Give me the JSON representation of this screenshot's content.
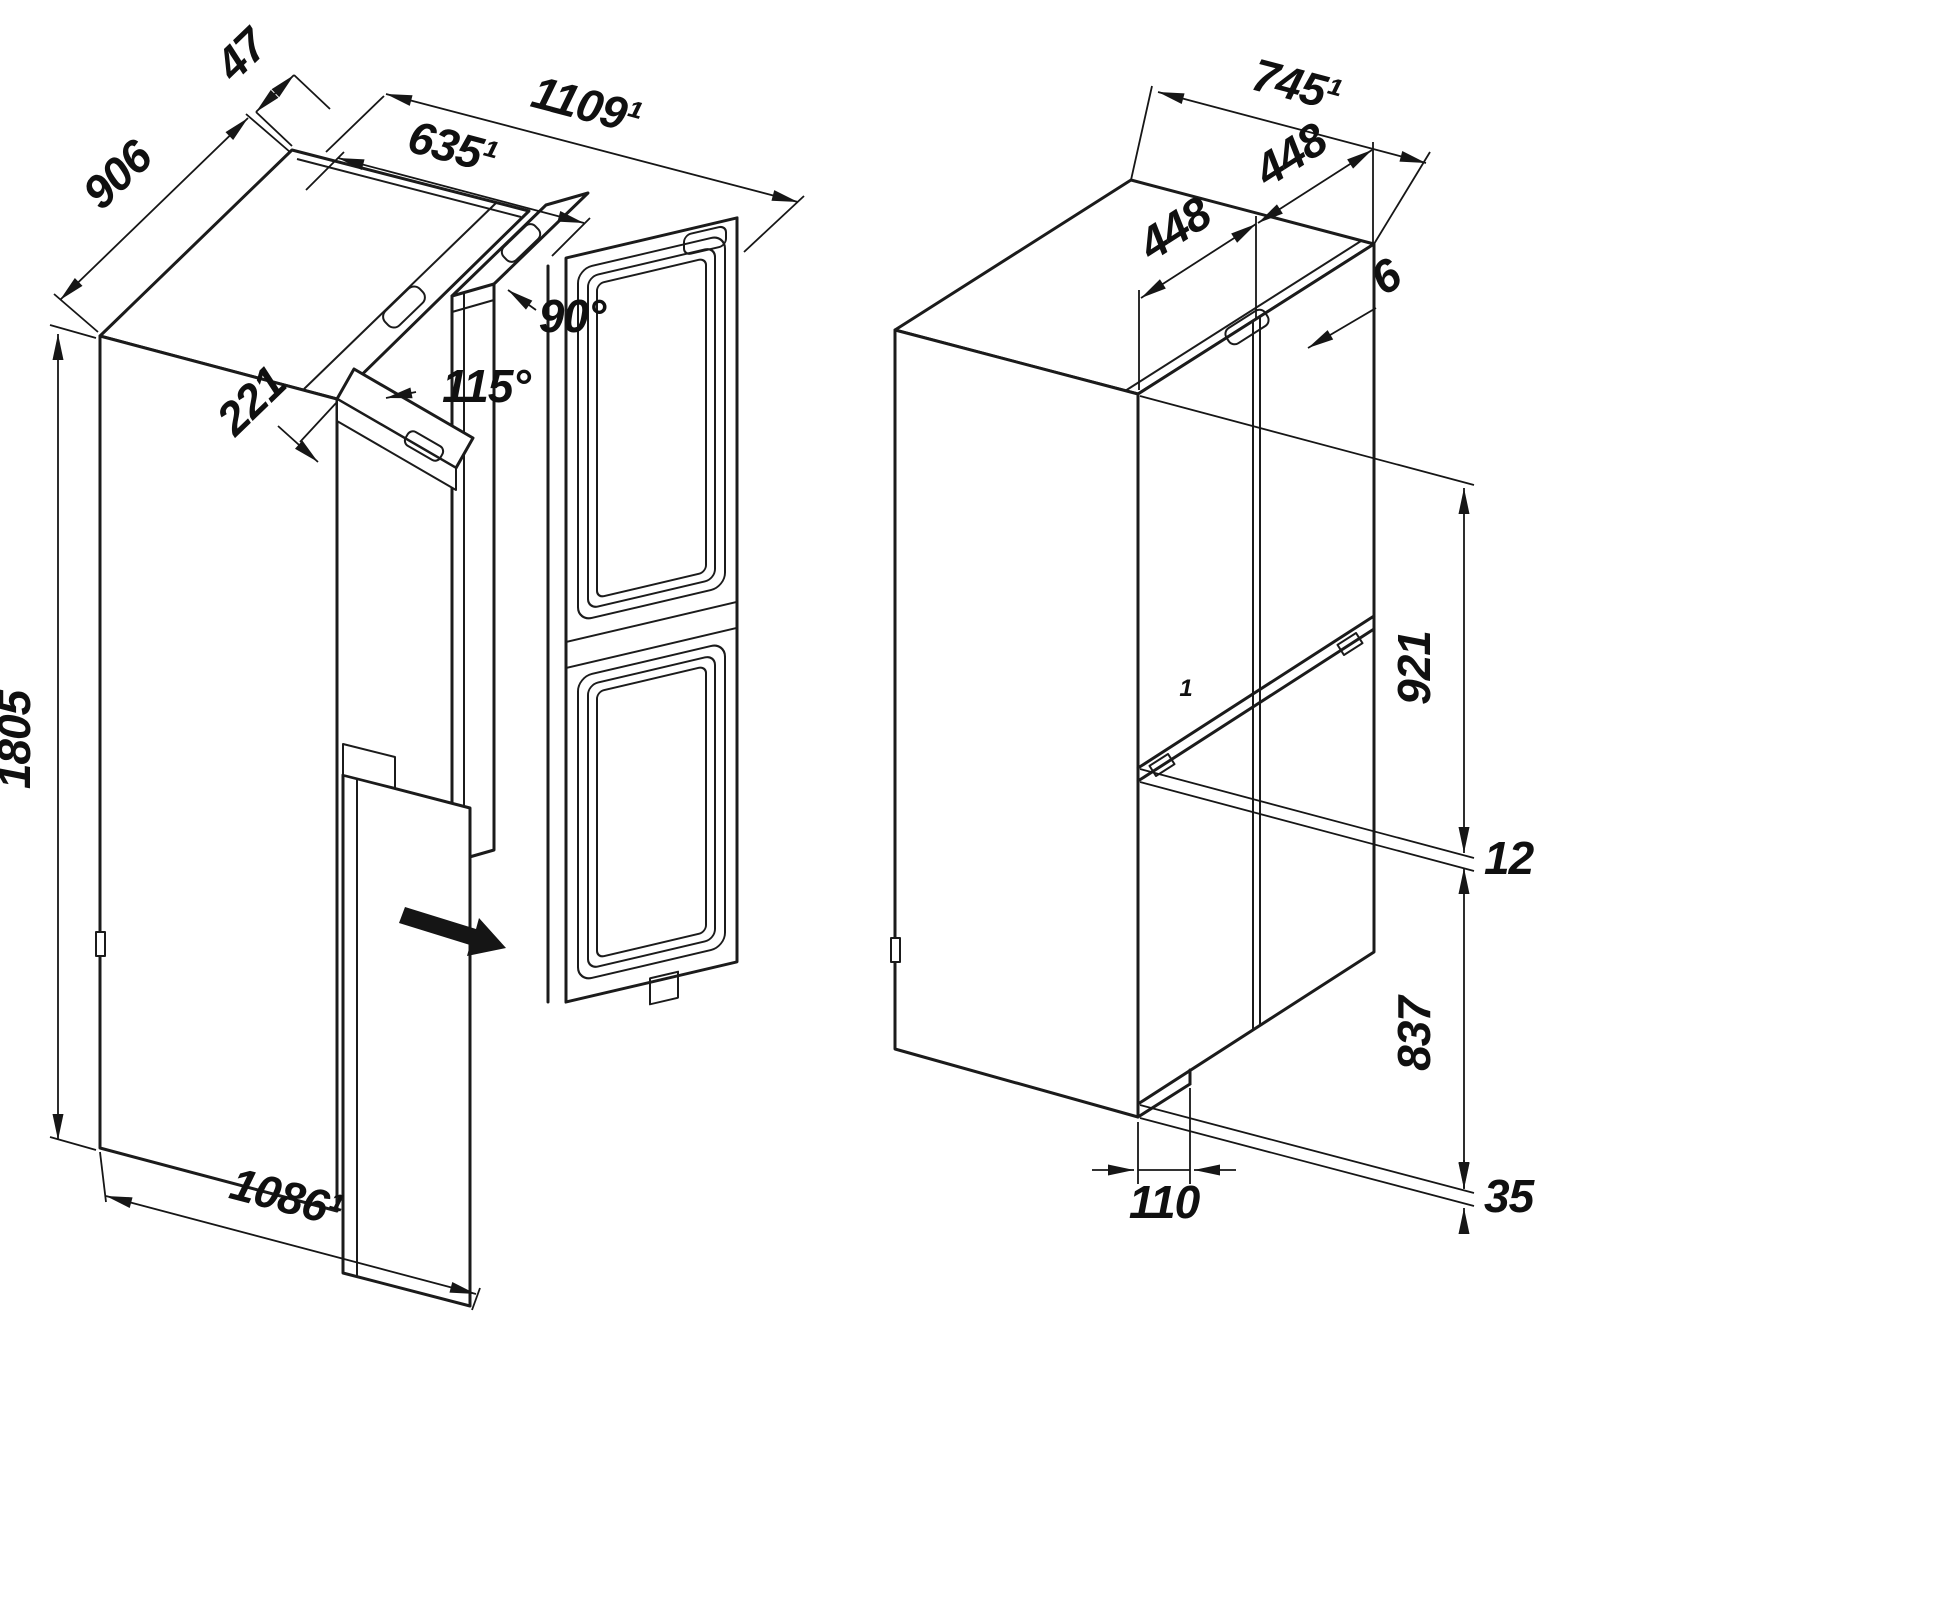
{
  "figure": {
    "type": "technical-drawing",
    "subject": "refrigerator installation dimension diagram, two isometric views",
    "line_color": "#1b1b1b",
    "views": {
      "left": {
        "name": "doors-open-view",
        "labels": {
          "hinge_clearance": "47",
          "depth": "906",
          "width_doors_open": "1109¹",
          "door_swing": "635¹",
          "angle_90": "90°",
          "angle_115": "115°",
          "door_projection": "221",
          "height": "1805",
          "width": "1086¹"
        }
      },
      "right": {
        "name": "doors-closed-view",
        "labels": {
          "depth_total": "745¹",
          "door_width_left": "448",
          "door_width_right": "448",
          "door_gap": "6",
          "upper_door_height": "921",
          "divider_gap": "12",
          "lower_door_height": "837",
          "plinth_recess": "110",
          "plinth_height": "35",
          "face_mark": "1"
        }
      }
    }
  }
}
